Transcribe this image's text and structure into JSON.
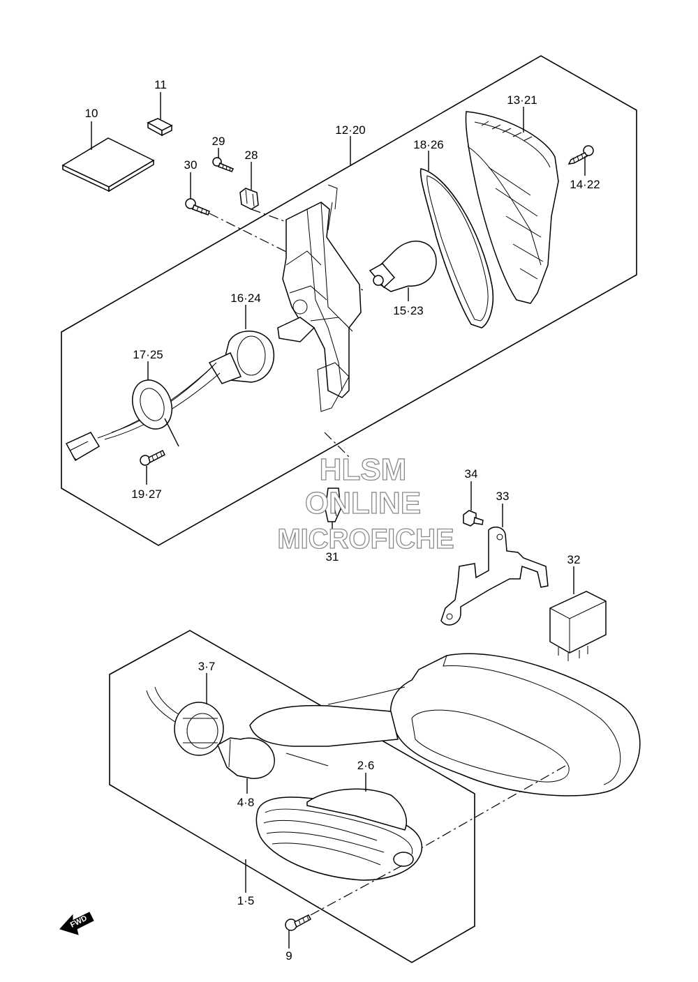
{
  "diagram": {
    "labels": {
      "p10": "10",
      "p11": "11",
      "p29": "29",
      "p28": "28",
      "p30": "30",
      "p12_20": "12·20",
      "p18_26": "18·26",
      "p13_21": "13·21",
      "p14_22": "14·22",
      "p15_23": "15·23",
      "p16_24": "16·24",
      "p17_25": "17·25",
      "p19_27": "19·27",
      "p31": "31",
      "p34": "34",
      "p33": "33",
      "p32": "32",
      "p3_7": "3·7",
      "p2_6": "2·6",
      "p4_8": "4·8",
      "p1_5": "1·5",
      "p9": "9"
    },
    "fwd": "FWD",
    "watermark": {
      "line1": "HLSM",
      "line2": "ONLINE",
      "line3": "MICROFICHE"
    }
  }
}
